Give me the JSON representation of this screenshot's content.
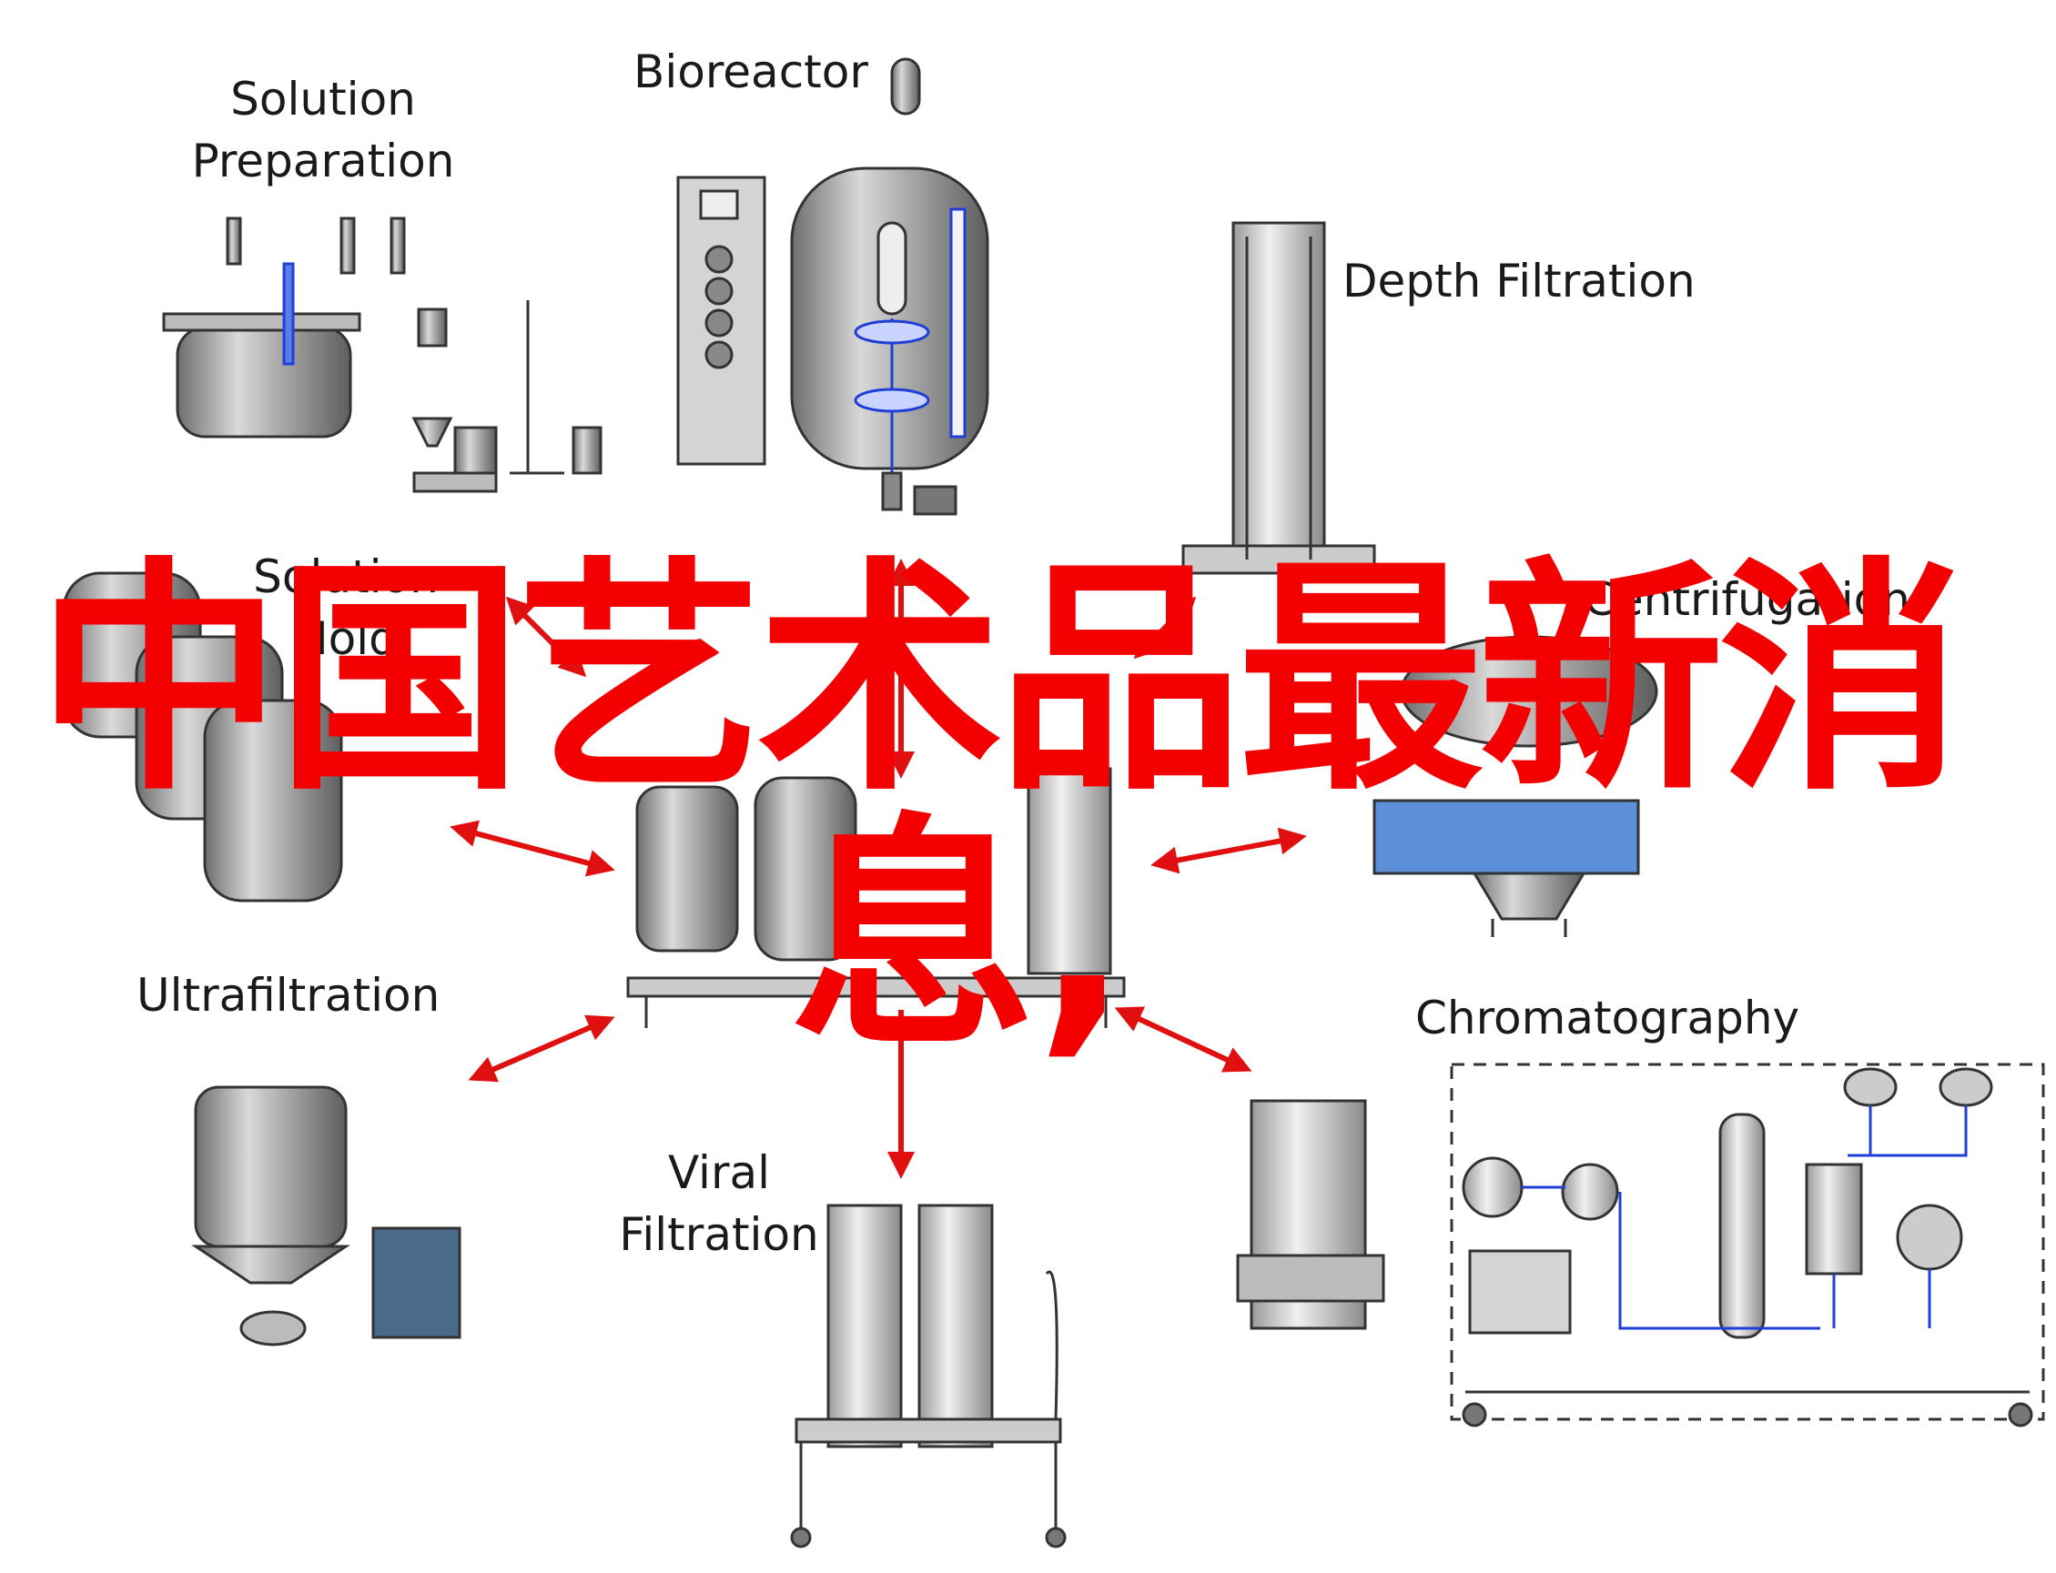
{
  "labels": {
    "solution_preparation": [
      "Solution",
      "Preparation"
    ],
    "bioreactor": "Bioreactor",
    "depth_filtration": "Depth Filtration",
    "solution_hold": [
      "Solution",
      "Hold"
    ],
    "centrifugation": "Centrifugation",
    "ultrafiltration": "Ultrafiltration",
    "chromatography": "Chromatography",
    "viral_filtration": [
      "Viral",
      "Filtration"
    ]
  },
  "overlay_text": {
    "line1": "中国艺术品最新消",
    "line2": "息,"
  },
  "colors": {
    "arrow": "#e01010",
    "overlay": "#f40000",
    "equipment": "#9a9a9a",
    "outline": "#333333",
    "flow": "#1f3fd8"
  }
}
